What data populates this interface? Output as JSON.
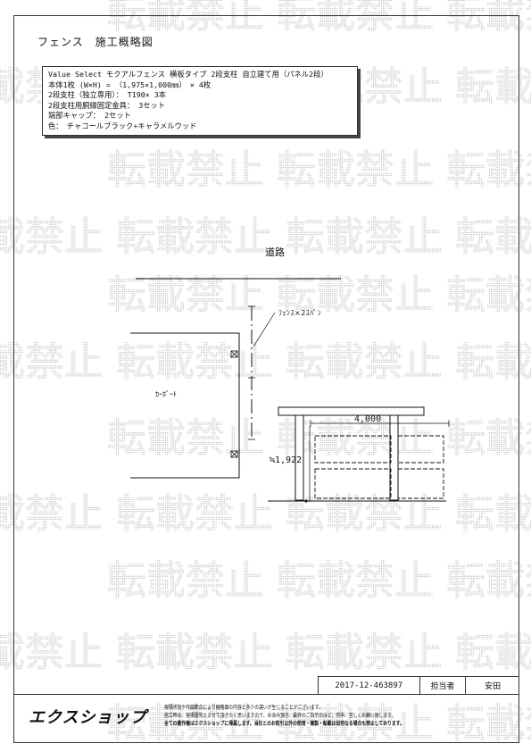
{
  "page": {
    "title": "フェンス　施工概略図"
  },
  "spec": {
    "lines": [
      "Value Select モクアルフェンス 横板タイプ 2段支柱 自立建て用（パネル2段）",
      "本体1枚 (W×H) = （1,975×1,000㎜）　× 4枚",
      "2段支柱（独立専用）： T190× 3本",
      "2段支柱用胴縁固定金具： 3セット",
      "端部キャップ： 2セット",
      "色：　チャコールブラック+キャラメルウッド"
    ]
  },
  "drawing": {
    "road_label": "道路",
    "fence_label": "ﾌｪﾝｽ×2ｽﾊﾟﾝ",
    "carport_label": "ｶｰﾎﾟｰﾄ",
    "width_dim": "4,000",
    "height_dim": "≒1,922"
  },
  "watermark": {
    "text": "転載禁止"
  },
  "footer": {
    "doc_number": "2017-12-463897",
    "role_label": "担当者",
    "person_name": "安田",
    "logo": "エクスショップ",
    "disclaimer_lines": [
      "現場状況や作図都合により概略図の内容と多少の違いが生じることがございます。",
      "施工時は、現場優先とさせて頂きたく思いますので、お含み頂き、最終のご指示のほど、何卒、宜しくお願い致します。",
      "全ての著作権はエクスショップに帰属します。当社とのお取引以外の使用・複製・転載は如何なる場合も禁止しております。"
    ]
  }
}
